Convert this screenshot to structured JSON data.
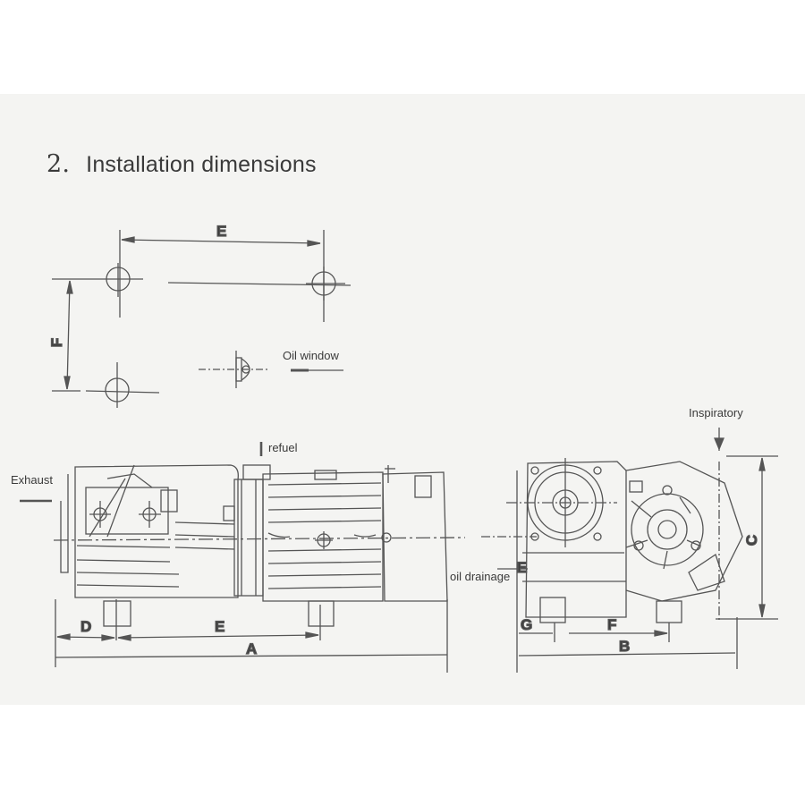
{
  "section": {
    "number": "2.",
    "title": "Installation dimensions"
  },
  "labels": {
    "oil_window": "Oil window",
    "refuel": "refuel",
    "exhaust": "Exhaust",
    "inspiratory": "Inspiratory",
    "oil_drainage": "oil drainage"
  },
  "dimensions": {
    "top_e": "E",
    "top_f": "F",
    "side_d": "D",
    "side_e": "E",
    "side_a": "A",
    "end_g": "G",
    "end_f": "F",
    "end_b": "B",
    "end_c": "C",
    "end_e": "E"
  },
  "colors": {
    "line": "#555555",
    "paper": "#f4f4f2",
    "text": "#3a3a3a"
  }
}
